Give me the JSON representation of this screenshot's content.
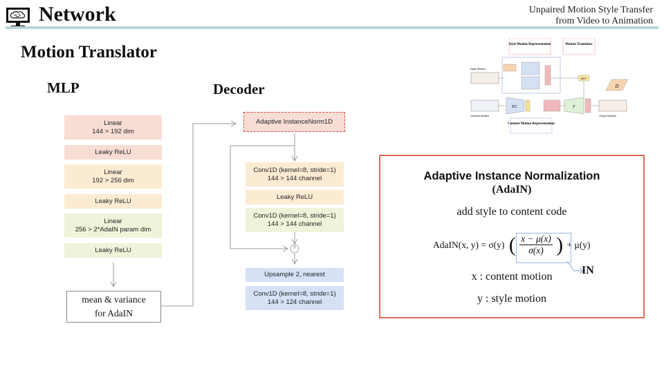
{
  "header": {
    "title": "Network",
    "paper_title_line1": "Unpaired Motion Style Transfer",
    "paper_title_line2": "from Video to Animation"
  },
  "section_title": "Motion Translator",
  "mlp": {
    "title": "MLP",
    "blocks": [
      {
        "line1": "Linear",
        "line2": "144 > 192 dim"
      },
      {
        "line1": "Leaky ReLU",
        "line2": ""
      },
      {
        "line1": "Linear",
        "line2": "192 > 256 dim"
      },
      {
        "line1": "Leaky ReLU",
        "line2": ""
      },
      {
        "line1": "Linear",
        "line2": "256 > 2*AdaIN param dim"
      },
      {
        "line1": "Leaky ReLU",
        "line2": ""
      }
    ],
    "output_line1": "mean & variance",
    "output_line2": "for AdaIN"
  },
  "decoder": {
    "title": "Decoder",
    "adain_block": "Adaptive InstanceNorm1D",
    "blocks": [
      {
        "line1": "Conv1D (kernel=8, stride=1)",
        "line2": "144 > 144 channel"
      },
      {
        "line1": "Leaky ReLU",
        "line2": ""
      },
      {
        "line1": "Conv1D (kernel=8, stride=1)",
        "line2": "144 > 144 channel"
      },
      {
        "line1": "Upsample 2, nearest",
        "line2": ""
      },
      {
        "line1": "Conv1D (kernel=8, stride=1)",
        "line2": "144 > 124 channel"
      }
    ],
    "sum_symbol": "+"
  },
  "adain_panel": {
    "title": "Adaptive Instance Normalization",
    "abbr": "(AdaIN)",
    "subtitle": "add style to content code",
    "formula_lhs": "AdaIN(x, y) = σ(y)",
    "formula_num": "x − μ(x)",
    "formula_den": "σ(x)",
    "formula_rhs": "+ μ(y)",
    "in_label": "IN",
    "x_desc": "x : content motion",
    "y_desc": "y : style motion"
  },
  "thumbnail": {
    "style_header": "Style Motion Representation",
    "translator_header": "Motion Translator",
    "content_header": "Content Motion Representation",
    "style_input": "Style Motion",
    "content_input": "Content Motion",
    "output": "Output Motion",
    "mlp": "MLP",
    "ec": "EC",
    "f": "F",
    "d": "D"
  },
  "colors": {
    "header_line": "#b7d6d6",
    "pink": "#f8ddd5",
    "orange": "#fcebd3",
    "lime": "#eef3d9",
    "blue": "#d6e1f6",
    "accent_red": "#e06a55"
  }
}
